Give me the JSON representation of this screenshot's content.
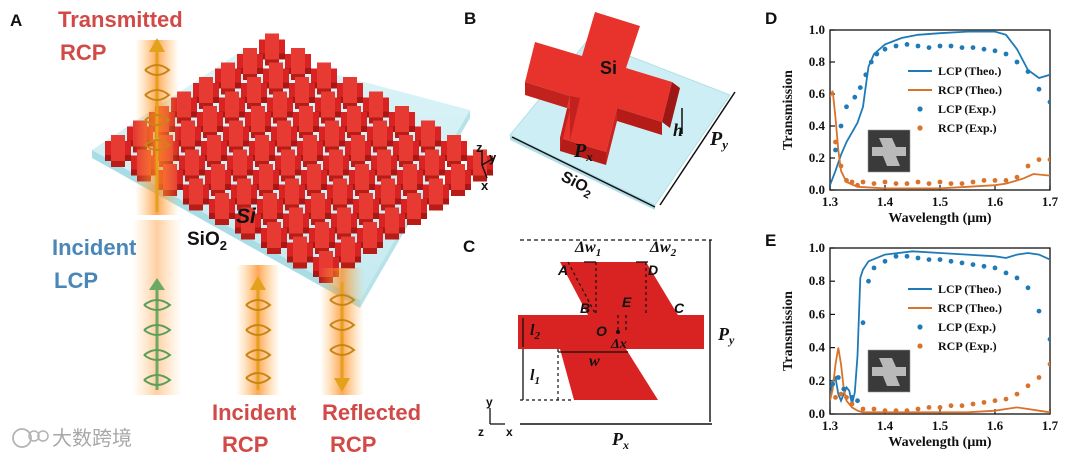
{
  "figure": {
    "panel_labels": [
      "A",
      "B",
      "C",
      "D",
      "E"
    ],
    "watermark": "大数跨境"
  },
  "panel_a": {
    "transmitted": [
      "Transmitted",
      "RCP"
    ],
    "incident_lcp": [
      "Incident",
      "LCP"
    ],
    "incident_rcp": [
      "Incident",
      "RCP"
    ],
    "reflected_rcp": [
      "Reflected",
      "RCP"
    ],
    "si": "Si",
    "sio2": "SiO",
    "sio2_sub": "2"
  },
  "panel_b": {
    "si": "Si",
    "h": "h",
    "px": "P",
    "px_sub": "x",
    "py": "P",
    "py_sub": "y",
    "sio2": "SiO",
    "sio2_sub": "2",
    "axes": [
      "z",
      "y",
      "x"
    ]
  },
  "panel_c": {
    "dw1": "Δw",
    "dw1_sub": "1",
    "dw2": "Δw",
    "dw2_sub": "2",
    "points": [
      "A",
      "D",
      "B",
      "E",
      "C",
      "O"
    ],
    "dx": "Δx",
    "l2": "l",
    "l2_sub": "2",
    "l1": "l",
    "l1_sub": "1",
    "w": "w",
    "py": "P",
    "py_sub": "y",
    "px": "P",
    "px_sub": "x",
    "axes": [
      "y",
      "z",
      "x"
    ]
  },
  "colors": {
    "si_red": "#d92323",
    "substrate": "#cdeef4",
    "lcp_blue": "#1f7ab8",
    "rcp_orange": "#d9722a"
  },
  "chart_data": [
    {
      "panel": "D",
      "type": "line",
      "xlabel": "Wavelength (μm)",
      "ylabel": "Transmission",
      "xlim": [
        1.3,
        1.7
      ],
      "ylim": [
        0.0,
        1.0
      ],
      "xticks": [
        "1.3",
        "1.4",
        "1.5",
        "1.6",
        "1.7"
      ],
      "yticks": [
        "0.0",
        "0.2",
        "0.4",
        "0.6",
        "0.8",
        "1.0"
      ],
      "legend_position": "right",
      "series": [
        {
          "name": "LCP (Theo.)",
          "style": "line",
          "color": "#1f7ab8",
          "x": [
            1.3,
            1.31,
            1.32,
            1.33,
            1.34,
            1.35,
            1.36,
            1.365,
            1.37,
            1.38,
            1.4,
            1.43,
            1.46,
            1.5,
            1.55,
            1.6,
            1.62,
            1.64,
            1.66,
            1.68,
            1.7
          ],
          "y": [
            0.03,
            0.12,
            0.22,
            0.3,
            0.36,
            0.42,
            0.52,
            0.65,
            0.77,
            0.85,
            0.91,
            0.95,
            0.97,
            0.98,
            0.99,
            0.99,
            0.97,
            0.88,
            0.75,
            0.7,
            0.72
          ]
        },
        {
          "name": "RCP (Theo.)",
          "style": "line",
          "color": "#d9722a",
          "x": [
            1.3,
            1.305,
            1.31,
            1.315,
            1.32,
            1.33,
            1.35,
            1.4,
            1.45,
            1.5,
            1.55,
            1.6,
            1.62,
            1.65,
            1.67,
            1.7
          ],
          "y": [
            0.58,
            0.62,
            0.45,
            0.25,
            0.12,
            0.05,
            0.02,
            0.01,
            0.01,
            0.01,
            0.02,
            0.03,
            0.04,
            0.07,
            0.1,
            0.09
          ]
        },
        {
          "name": "LCP (Exp.)",
          "style": "points",
          "color": "#1f7ab8",
          "x": [
            1.31,
            1.32,
            1.33,
            1.345,
            1.355,
            1.365,
            1.375,
            1.385,
            1.4,
            1.42,
            1.44,
            1.46,
            1.48,
            1.5,
            1.52,
            1.54,
            1.56,
            1.58,
            1.6,
            1.62,
            1.64,
            1.66,
            1.68,
            1.7
          ],
          "y": [
            0.25,
            0.4,
            0.52,
            0.58,
            0.64,
            0.72,
            0.8,
            0.85,
            0.88,
            0.9,
            0.91,
            0.9,
            0.89,
            0.9,
            0.9,
            0.89,
            0.89,
            0.88,
            0.87,
            0.85,
            0.8,
            0.74,
            0.63,
            0.55
          ]
        },
        {
          "name": "RCP (Exp.)",
          "style": "points",
          "color": "#d9722a",
          "x": [
            1.31,
            1.32,
            1.33,
            1.34,
            1.35,
            1.36,
            1.38,
            1.4,
            1.42,
            1.44,
            1.46,
            1.48,
            1.5,
            1.52,
            1.54,
            1.56,
            1.58,
            1.6,
            1.62,
            1.64,
            1.66,
            1.68,
            1.7
          ],
          "y": [
            0.3,
            0.15,
            0.06,
            0.05,
            0.03,
            0.05,
            0.04,
            0.05,
            0.04,
            0.04,
            0.05,
            0.04,
            0.05,
            0.04,
            0.04,
            0.05,
            0.06,
            0.06,
            0.06,
            0.08,
            0.15,
            0.19,
            0.19
          ]
        }
      ]
    },
    {
      "panel": "E",
      "type": "line",
      "xlabel": "Wavelength (μm)",
      "ylabel": "Transmission",
      "xlim": [
        1.3,
        1.7
      ],
      "ylim": [
        0.0,
        1.0
      ],
      "xticks": [
        "1.3",
        "1.4",
        "1.5",
        "1.6",
        "1.7"
      ],
      "yticks": [
        "0.0",
        "0.2",
        "0.4",
        "0.6",
        "0.8",
        "1.0"
      ],
      "legend_position": "right",
      "series": [
        {
          "name": "LCP (Theo.)",
          "style": "line",
          "color": "#1f7ab8",
          "x": [
            1.3,
            1.305,
            1.31,
            1.315,
            1.32,
            1.33,
            1.335,
            1.34,
            1.345,
            1.35,
            1.355,
            1.36,
            1.37,
            1.4,
            1.45,
            1.5,
            1.55,
            1.6,
            1.62,
            1.64,
            1.66,
            1.68,
            1.7
          ],
          "y": [
            0.1,
            0.2,
            0.22,
            0.12,
            0.08,
            0.16,
            0.14,
            0.06,
            0.13,
            0.35,
            0.82,
            0.87,
            0.92,
            0.96,
            0.98,
            0.97,
            0.96,
            0.95,
            0.94,
            0.96,
            0.97,
            0.96,
            0.93
          ]
        },
        {
          "name": "RCP (Theo.)",
          "style": "line",
          "color": "#d9722a",
          "x": [
            1.3,
            1.305,
            1.31,
            1.315,
            1.32,
            1.325,
            1.33,
            1.34,
            1.35,
            1.36,
            1.4,
            1.45,
            1.5,
            1.55,
            1.6,
            1.62,
            1.64,
            1.66,
            1.68,
            1.7
          ],
          "y": [
            0.08,
            0.15,
            0.3,
            0.4,
            0.3,
            0.15,
            0.08,
            0.04,
            0.02,
            0.01,
            0.01,
            0.01,
            0.01,
            0.01,
            0.02,
            0.03,
            0.04,
            0.03,
            0.02,
            0.01
          ]
        },
        {
          "name": "LCP (Exp.)",
          "style": "points",
          "color": "#1f7ab8",
          "x": [
            1.305,
            1.315,
            1.325,
            1.34,
            1.35,
            1.36,
            1.37,
            1.38,
            1.4,
            1.42,
            1.44,
            1.46,
            1.48,
            1.5,
            1.52,
            1.54,
            1.56,
            1.58,
            1.6,
            1.62,
            1.64,
            1.66,
            1.68,
            1.7
          ],
          "y": [
            0.18,
            0.22,
            0.15,
            0.1,
            0.08,
            0.55,
            0.8,
            0.88,
            0.92,
            0.95,
            0.95,
            0.94,
            0.93,
            0.93,
            0.92,
            0.91,
            0.9,
            0.89,
            0.88,
            0.85,
            0.82,
            0.76,
            0.62,
            0.45
          ]
        },
        {
          "name": "RCP (Exp.)",
          "style": "points",
          "color": "#d9722a",
          "x": [
            1.31,
            1.32,
            1.33,
            1.34,
            1.36,
            1.38,
            1.4,
            1.42,
            1.44,
            1.46,
            1.48,
            1.5,
            1.52,
            1.54,
            1.56,
            1.58,
            1.6,
            1.62,
            1.64,
            1.66,
            1.68,
            1.7
          ],
          "y": [
            0.1,
            0.12,
            0.1,
            0.06,
            0.03,
            0.03,
            0.02,
            0.02,
            0.02,
            0.03,
            0.04,
            0.04,
            0.05,
            0.05,
            0.06,
            0.07,
            0.08,
            0.09,
            0.12,
            0.17,
            0.22,
            0.3
          ]
        }
      ]
    }
  ]
}
